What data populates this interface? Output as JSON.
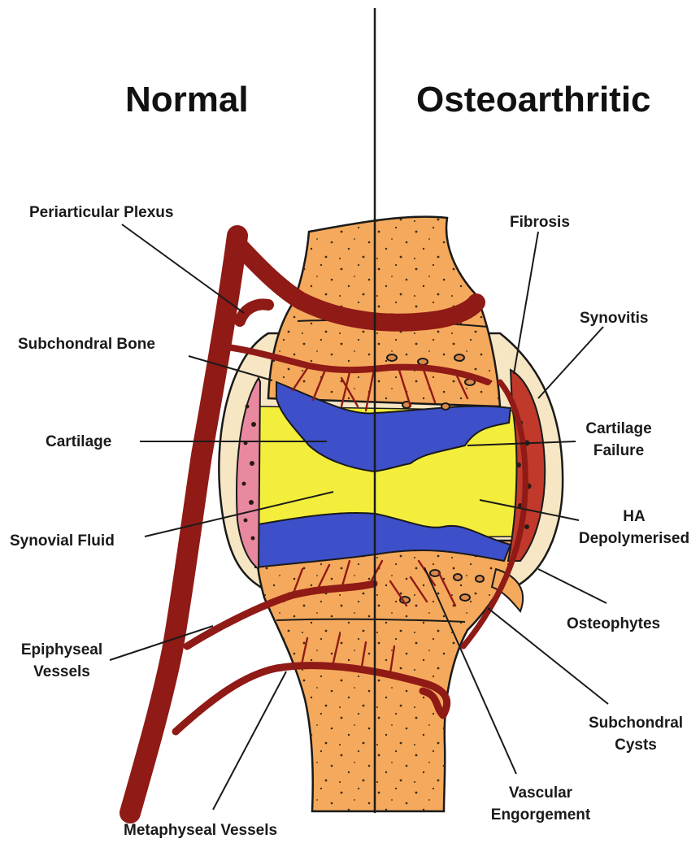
{
  "headings": {
    "normal": "Normal",
    "osteoarthritic": "Osteoarthritic"
  },
  "labels": {
    "periarticular_plexus": "Periarticular Plexus",
    "subchondral_bone": "Subchondral Bone",
    "cartilage": "Cartilage",
    "synovial_fluid": "Synovial Fluid",
    "epiphyseal_vessels": [
      "Epiphyseal",
      "Vessels"
    ],
    "metaphyseal_vessels": "Metaphyseal Vessels",
    "fibrosis": "Fibrosis",
    "synovitis": "Synovitis",
    "cartilage_failure": [
      "Cartilage",
      "Failure"
    ],
    "ha_depolymerised": [
      "HA",
      "Depolymerised"
    ],
    "osteophytes": "Osteophytes",
    "subchondral_cysts": [
      "Subchondral",
      "Cysts"
    ],
    "vascular_engorgement": [
      "Vascular",
      "Engorgement"
    ]
  },
  "colors": {
    "bone": "#f5a95c",
    "cartilage": "#3d4fc9",
    "synovial_fluid": "#f3ee3c",
    "vessel": "#8f1a16",
    "capsule": "#f6e6c4",
    "synovium_pink": "#e889a0",
    "outline": "#1a1a1a"
  }
}
